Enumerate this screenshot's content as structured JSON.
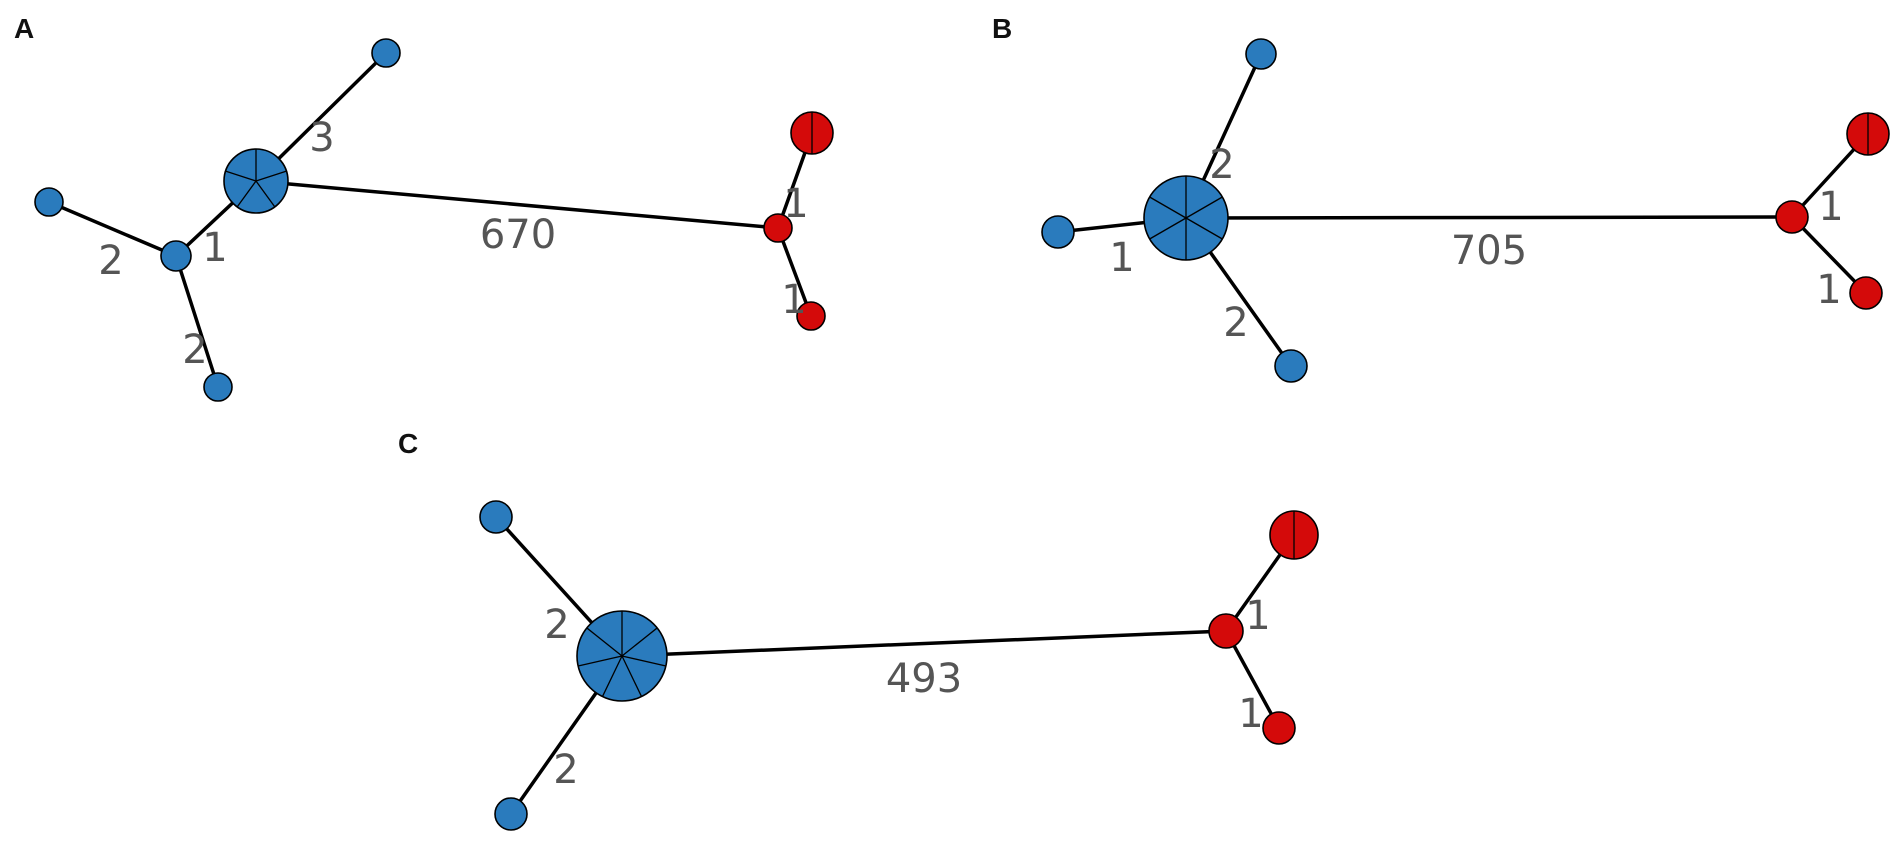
{
  "colors": {
    "blue": "#2a7bbd",
    "red": "#d40a0a",
    "edge": "#000000",
    "label": "#555555"
  },
  "panels": [
    {
      "letter": "A",
      "nodes": [
        {
          "id": "A-hub",
          "color": "blue",
          "count": 5
        },
        {
          "id": "A-top",
          "color": "blue",
          "count": 1
        },
        {
          "id": "A-left",
          "color": "blue",
          "count": 1
        },
        {
          "id": "A-mid",
          "color": "blue",
          "count": 1
        },
        {
          "id": "A-bottom",
          "color": "blue",
          "count": 1
        },
        {
          "id": "A-redmid",
          "color": "red",
          "count": 1
        },
        {
          "id": "A-redtop",
          "color": "red",
          "count": 2
        },
        {
          "id": "A-redbottom",
          "color": "red",
          "count": 1
        }
      ],
      "edges": [
        {
          "from": "A-hub",
          "to": "A-top",
          "label": "3"
        },
        {
          "from": "A-hub",
          "to": "A-mid",
          "label": "1"
        },
        {
          "from": "A-mid",
          "to": "A-left",
          "label": "2"
        },
        {
          "from": "A-mid",
          "to": "A-bottom",
          "label": "2"
        },
        {
          "from": "A-hub",
          "to": "A-redmid",
          "label": "670"
        },
        {
          "from": "A-redmid",
          "to": "A-redtop",
          "label": "1"
        },
        {
          "from": "A-redmid",
          "to": "A-redbottom",
          "label": "1"
        }
      ]
    },
    {
      "letter": "B",
      "nodes": [
        {
          "id": "B-hub",
          "color": "blue",
          "count": 6
        },
        {
          "id": "B-top",
          "color": "blue",
          "count": 1
        },
        {
          "id": "B-left",
          "color": "blue",
          "count": 1
        },
        {
          "id": "B-bottom",
          "color": "blue",
          "count": 1
        },
        {
          "id": "B-redmid",
          "color": "red",
          "count": 1
        },
        {
          "id": "B-redtop",
          "color": "red",
          "count": 2
        },
        {
          "id": "B-redbottom",
          "color": "red",
          "count": 1
        }
      ],
      "edges": [
        {
          "from": "B-hub",
          "to": "B-top",
          "label": "2"
        },
        {
          "from": "B-hub",
          "to": "B-left",
          "label": "1"
        },
        {
          "from": "B-hub",
          "to": "B-bottom",
          "label": "2"
        },
        {
          "from": "B-hub",
          "to": "B-redmid",
          "label": "705"
        },
        {
          "from": "B-redmid",
          "to": "B-redtop",
          "label": "1"
        },
        {
          "from": "B-redmid",
          "to": "B-redbottom",
          "label": "1"
        }
      ]
    },
    {
      "letter": "C",
      "nodes": [
        {
          "id": "C-hub",
          "color": "blue",
          "count": 7
        },
        {
          "id": "C-top",
          "color": "blue",
          "count": 1
        },
        {
          "id": "C-bottom",
          "color": "blue",
          "count": 1
        },
        {
          "id": "C-redmid",
          "color": "red",
          "count": 1
        },
        {
          "id": "C-redtop",
          "color": "red",
          "count": 2
        },
        {
          "id": "C-redbottom",
          "color": "red",
          "count": 1
        }
      ],
      "edges": [
        {
          "from": "C-hub",
          "to": "C-top",
          "label": "2"
        },
        {
          "from": "C-hub",
          "to": "C-bottom",
          "label": "2"
        },
        {
          "from": "C-hub",
          "to": "C-redmid",
          "label": "493"
        },
        {
          "from": "C-redmid",
          "to": "C-redtop",
          "label": "1"
        },
        {
          "from": "C-redmid",
          "to": "C-redbottom",
          "label": "1"
        }
      ]
    }
  ]
}
